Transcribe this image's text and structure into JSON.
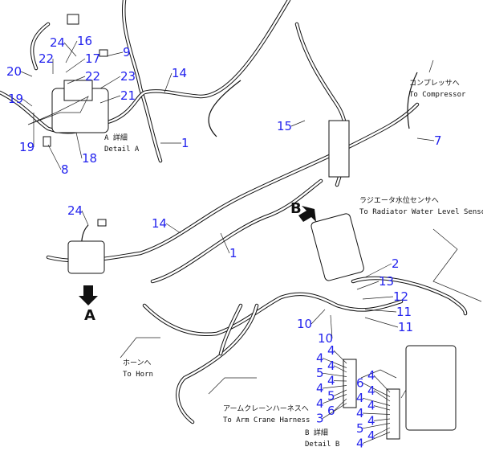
{
  "callouts": [
    "24",
    "16",
    "22",
    "17",
    "9",
    "20",
    "22",
    "23",
    "14",
    "19",
    "21",
    "1",
    "15",
    "7",
    "19",
    "18",
    "8",
    "24",
    "14",
    "1",
    "2",
    "13",
    "12",
    "11",
    "11",
    "10",
    "10",
    "4",
    "4",
    "4",
    "5",
    "4",
    "4",
    "5",
    "4",
    "6",
    "3",
    "4",
    "6",
    "4",
    "4",
    "4",
    "4",
    "4",
    "5",
    "4",
    "4"
  ],
  "notes": {
    "detail_a_jp": "A 詳細",
    "detail_a_en": "Detail A",
    "compressor_jp": "コンプレッサへ",
    "compressor_en": "To Compressor",
    "radiator_jp": "ラジエータ水位センサへ",
    "radiator_en": "To Radiator Water Level Sensor",
    "horn_jp": "ホーンへ",
    "horn_en": "To Horn",
    "arm_crane_jp": "アームクレーンハーネスへ",
    "arm_crane_en": "To Arm Crane Harness",
    "detail_b_jp": "B 詳細",
    "detail_b_en": "Detail B"
  },
  "view_markers": {
    "a": "A",
    "b": "B"
  },
  "colors": {
    "callout": "#2222ee",
    "line": "#111111"
  }
}
